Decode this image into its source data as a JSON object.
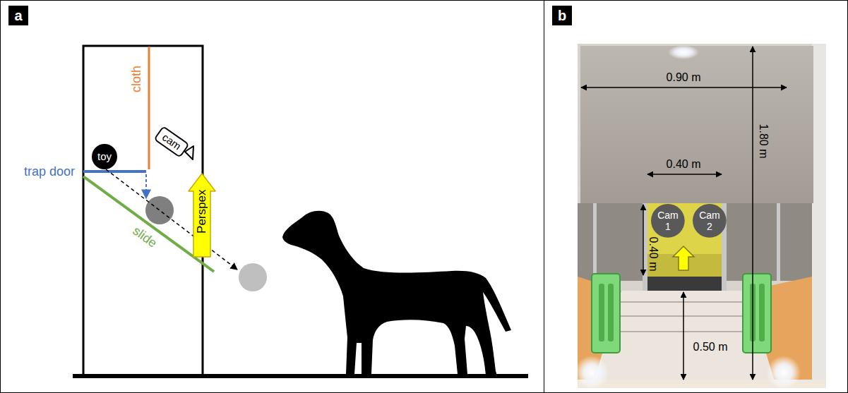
{
  "diagram": {
    "nodes": [
      {
        "text": [
          "a"
        ]
      },
      {
        "text": [
          "toy"
        ]
      },
      {
        "text": [
          "cam"
        ]
      },
      {
        "text": [
          "Perspex"
        ]
      },
      {
        "text": [
          "b"
        ]
      },
      {
        "text": [
          "Cam 1"
        ]
      },
      {
        "text": [
          "Cam 2"
        ]
      }
    ],
    "labels": [
      "cloth",
      "trap door",
      "slide",
      "0.90 m",
      "1.80 m",
      "0.40 m",
      "0.40 m",
      "0.50 m"
    ]
  }
}
